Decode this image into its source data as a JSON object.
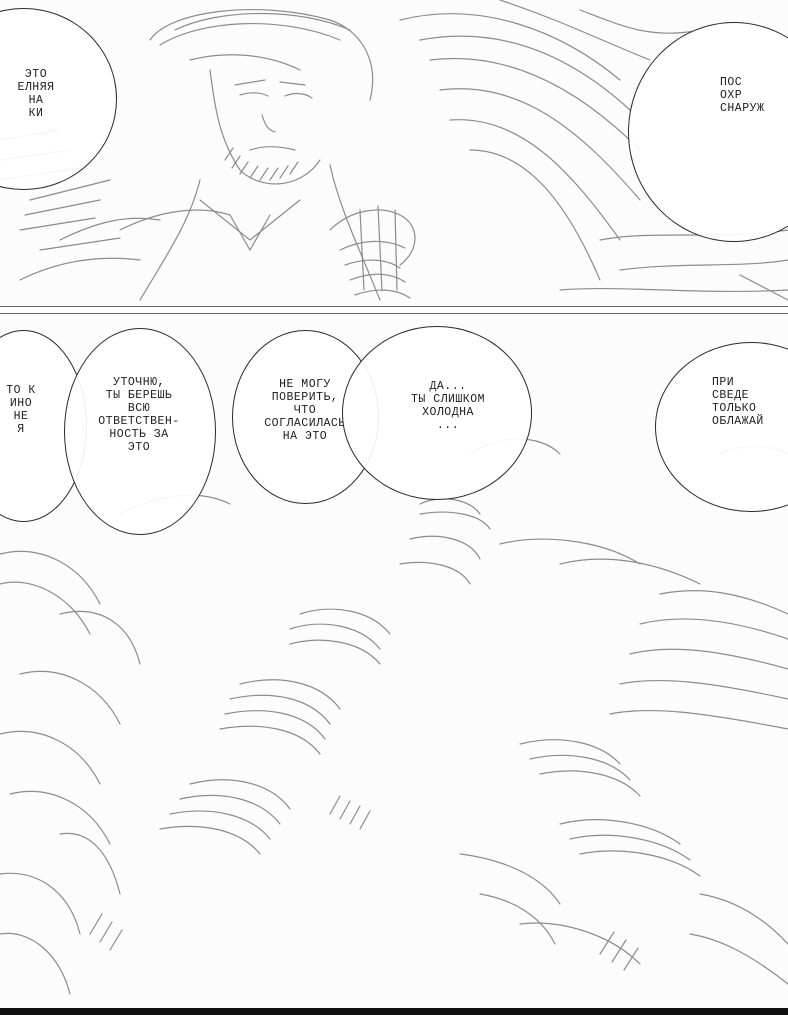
{
  "page": {
    "panels": [
      {
        "id": "top",
        "bubbles": [
          {
            "text": "ЭТО\nЕЛНЯЯ\nНА\nКИ"
          },
          {
            "text": "ПОС\nОХР\nСНАРУЖ"
          }
        ]
      },
      {
        "id": "bottom",
        "bubbles": [
          {
            "text": "ТО К\nИНО\nНЕ\nЯ"
          },
          {
            "text": "УТОЧНЮ,\nТЫ БЕРЕШЬ\nВСЮ\nОТВЕТСТВЕН-\nНОСТЬ ЗА\nЭТО"
          },
          {
            "text": "НЕ МОГУ\nПОВЕРИТЬ,\nЧТО\nСОГЛАСИЛАСЬ\nНА ЭТО"
          },
          {
            "text": "ДА...\nТЫ СЛИШКОМ\nХОЛОДНА\n..."
          },
          {
            "text": "ПРИ\nСВЕДЕ\nТОЛЬКО\nОБЛАЖАЙ"
          }
        ]
      }
    ],
    "colors": {
      "paper": "#fbfbfb",
      "ink": "#2a2a2a",
      "pencil": "#8c8c8c"
    }
  }
}
